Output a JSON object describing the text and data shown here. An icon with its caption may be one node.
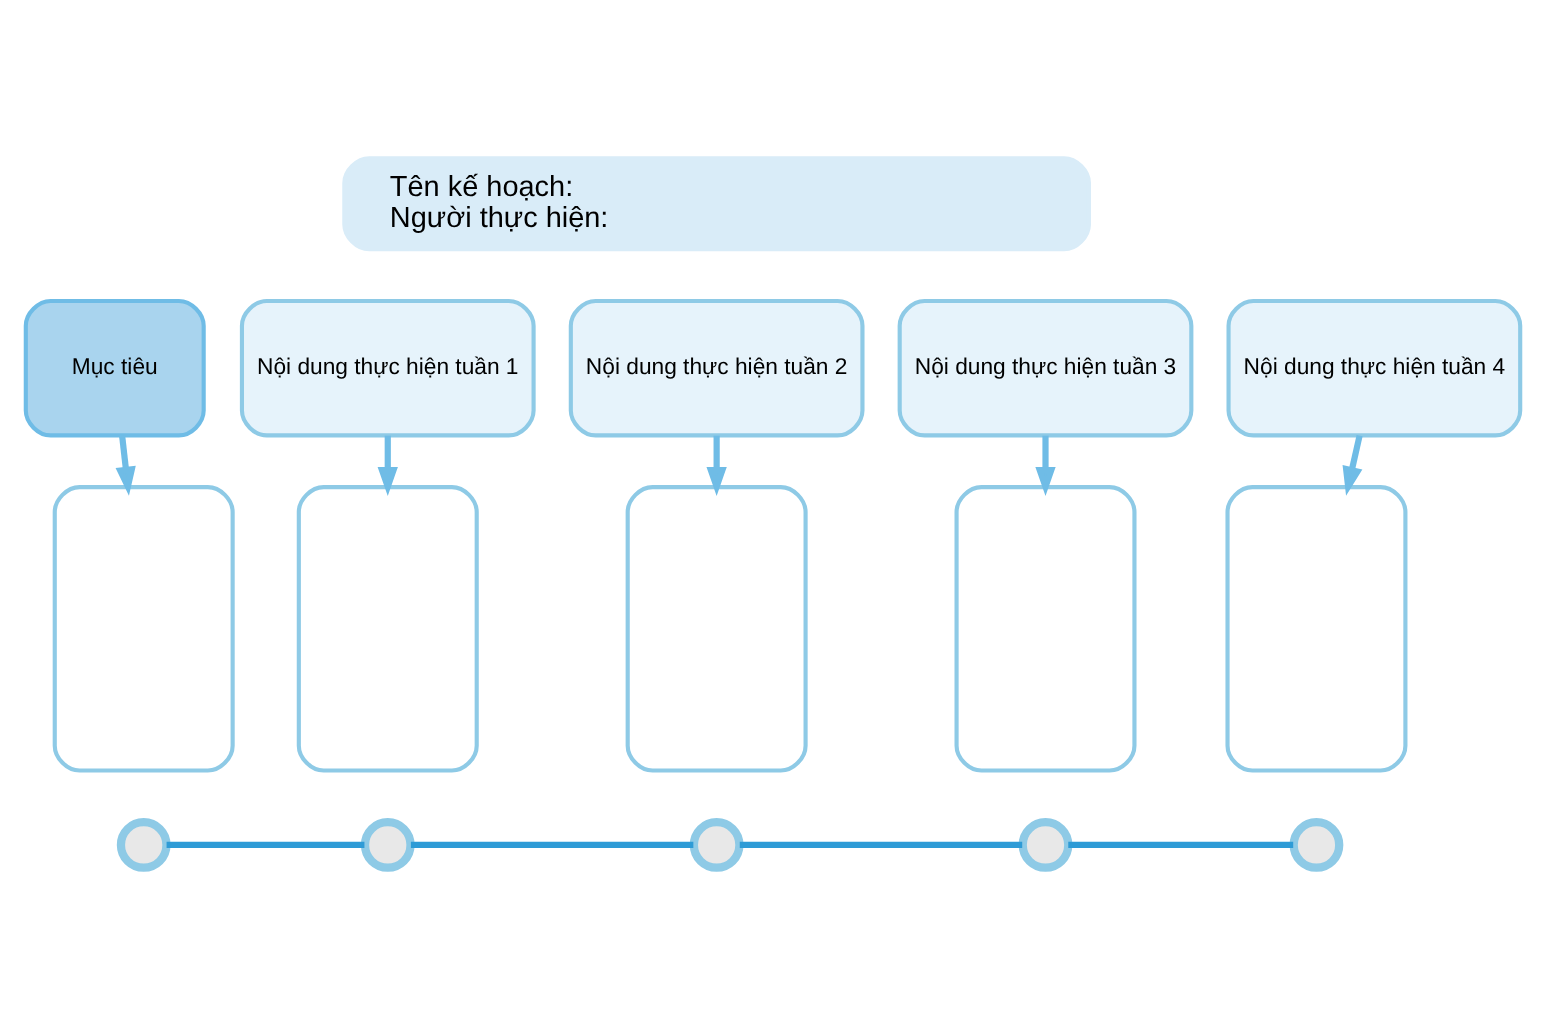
{
  "diagram": {
    "nodes": [
      {
        "text": [
          "Tên kế hoạch:",
          "Người thực hiện:"
        ]
      },
      {
        "text": [
          "Mục tiêu"
        ]
      },
      {
        "text": [
          "Nội dung thực hiện tuần 1"
        ]
      },
      {
        "text": [
          "Nội dung thực hiện tuần 2"
        ]
      },
      {
        "text": [
          "Nội dung thực hiện tuần 3"
        ]
      },
      {
        "text": [
          "Nội dung thực hiện tuần 4"
        ]
      },
      {
        "text": [],
        "shape": "box"
      },
      {
        "text": [],
        "shape": "box"
      },
      {
        "text": [],
        "shape": "box"
      },
      {
        "text": [],
        "shape": "box"
      },
      {
        "text": [],
        "shape": "box"
      },
      {
        "text": [],
        "shape": "circle"
      },
      {
        "text": [],
        "shape": "circle"
      },
      {
        "text": [],
        "shape": "circle"
      },
      {
        "text": [],
        "shape": "circle"
      },
      {
        "text": [],
        "shape": "circle"
      }
    ],
    "edges": [
      {
        "from": 1,
        "to": 6,
        "arrow": "to"
      },
      {
        "from": 2,
        "to": 7,
        "arrow": "to"
      },
      {
        "from": 3,
        "to": 8,
        "arrow": "to"
      },
      {
        "from": 4,
        "to": 9,
        "arrow": "to"
      },
      {
        "from": 5,
        "to": 10,
        "arrow": "to"
      },
      {
        "from": 11,
        "to": 12,
        "arrow": "none",
        "color": "#2e9bd6"
      },
      {
        "from": 12,
        "to": 13,
        "arrow": "none",
        "color": "#2e9bd6"
      },
      {
        "from": 13,
        "to": 14,
        "arrow": "none",
        "color": "#2e9bd6"
      },
      {
        "from": 14,
        "to": 15,
        "arrow": "none",
        "color": "#2e9bd6"
      }
    ]
  }
}
